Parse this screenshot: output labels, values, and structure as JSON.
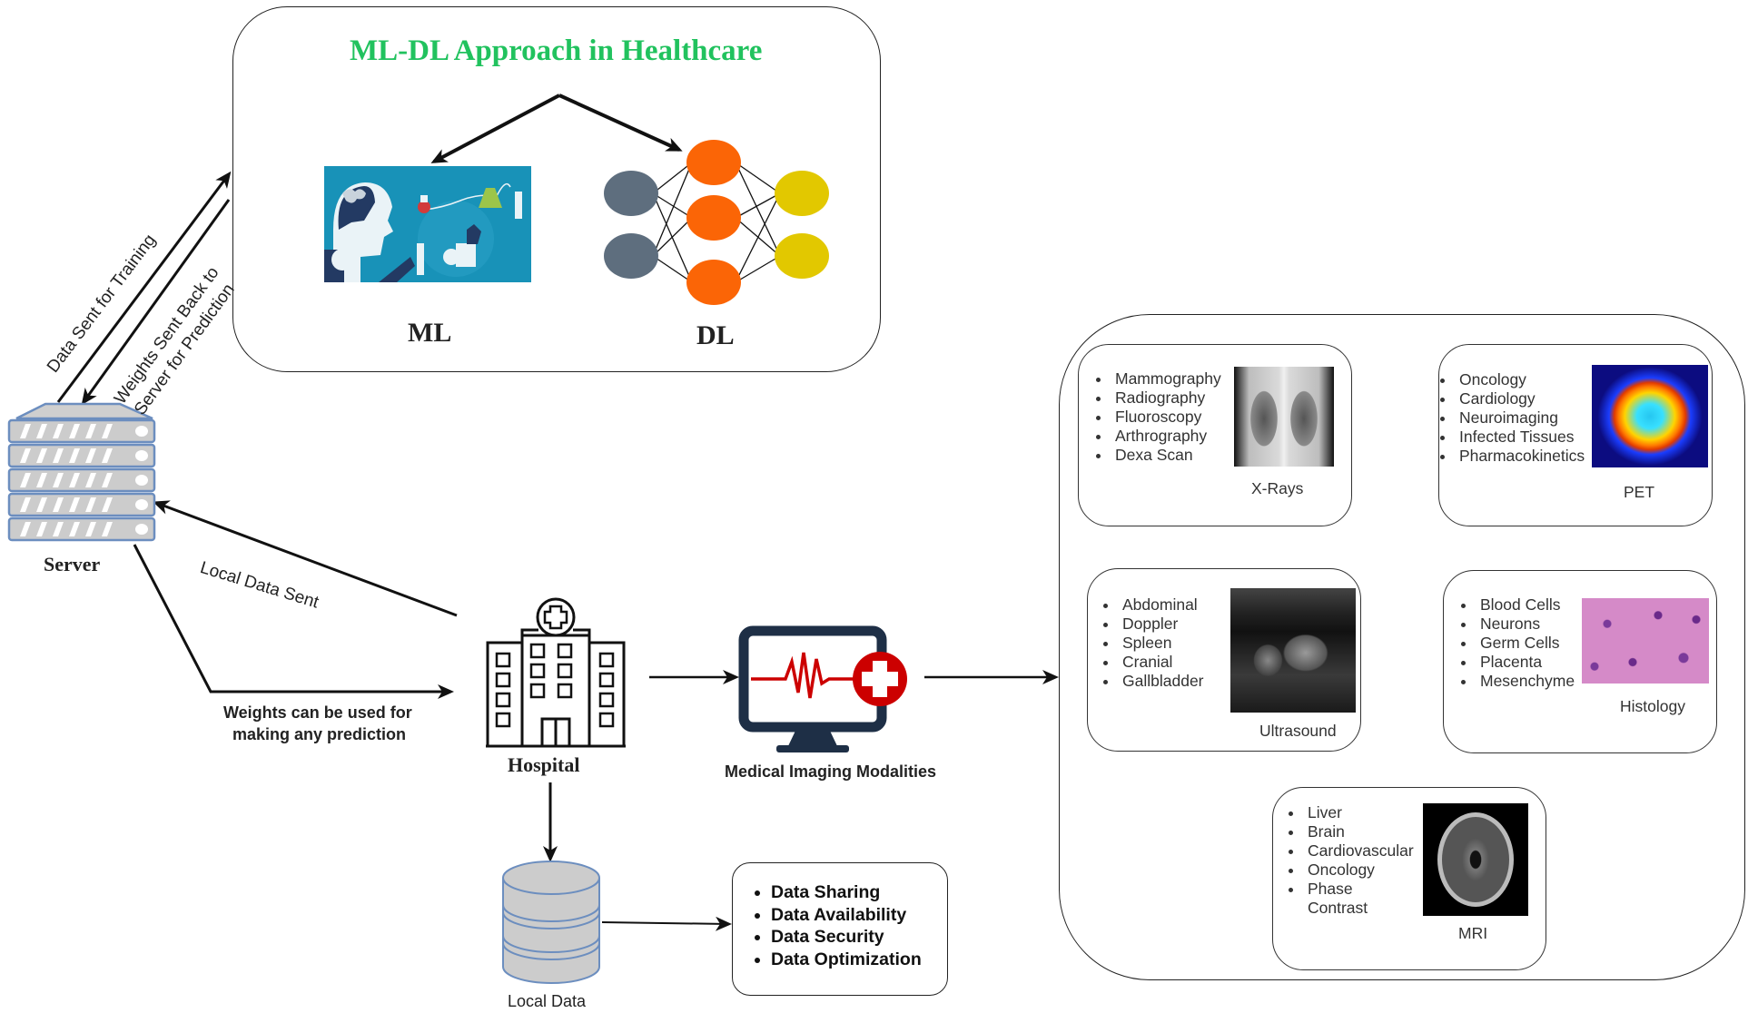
{
  "approach_panel": {
    "title": "ML-DL Approach in Healthcare",
    "ml_label": "ML",
    "dl_label": "DL",
    "title_color": "#21c25e"
  },
  "neural_network": {
    "input_color": "#5e6e7e",
    "hidden_color": "#fb6506",
    "output_color": "#e2c800",
    "layers": [
      2,
      3,
      2
    ]
  },
  "server": {
    "label": "Server"
  },
  "hospital": {
    "label": "Hospital"
  },
  "imaging": {
    "label": "Medical Imaging Modalities",
    "accent": "#cc0000",
    "monitor_color": "#1e2f46"
  },
  "local_data": {
    "label": "Local Data"
  },
  "edges": {
    "data_sent_training": "Data Sent for Training",
    "weights_back_line1": "Weights Sent Back to",
    "weights_back_line2": "Server for Prediction",
    "local_data_sent": "Local Data Sent",
    "weights_used_line1": "Weights can be used for",
    "weights_used_line2": "making any prediction"
  },
  "benefits": [
    "Data Sharing",
    "Data Availability",
    "Data Security",
    "Data Optimization"
  ],
  "modalities": [
    {
      "name": "X-Rays",
      "items": [
        "Mammography",
        "Radiography",
        "Fluoroscopy",
        "Arthrography",
        "Dexa Scan"
      ]
    },
    {
      "name": "PET",
      "items": [
        "Oncology",
        "Cardiology",
        "Neuroimaging",
        "Infected Tissues",
        "Pharmacokinetics"
      ]
    },
    {
      "name": "Ultrasound",
      "items": [
        "Abdominal",
        "Doppler",
        "Spleen",
        "Cranial",
        "Gallbladder"
      ]
    },
    {
      "name": "Histology",
      "items": [
        "Blood Cells",
        "Neurons",
        "Germ Cells",
        "Placenta",
        "Mesenchyme"
      ]
    },
    {
      "name": "MRI",
      "items": [
        "Liver",
        "Brain",
        "Cardiovascular",
        "Oncology",
        "Phase Contrast"
      ]
    }
  ]
}
